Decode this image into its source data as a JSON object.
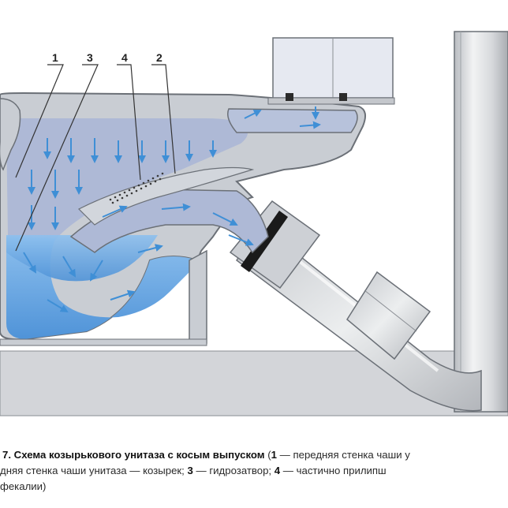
{
  "labels": {
    "l1": "1",
    "l2": "2",
    "l3": "3",
    "l4": "4"
  },
  "caption": {
    "fig_no": "7.",
    "title": "Схема козырькового унитаза с косым выпуском",
    "open_paren": " (",
    "n1": "1",
    "t1": " — передняя стенка чаши у",
    "t1b": "дняя стенка чаши унитаза — козырек; ",
    "n3": "3",
    "t3": " — гидрозатвор; ",
    "n4": "4",
    "t4": " — частично прилипш",
    "t4b": "фекалии)"
  },
  "colors": {
    "background": "#ffffff",
    "porcelain": "#c9cdd3",
    "porcelain_outline": "#6b7077",
    "bowl_interior": "#aeb9d6",
    "water": "#6fa8e0",
    "flow_arrows": "#3f8fd6",
    "pipe": "#d8dadd",
    "gasket": "#1a1a1a"
  },
  "icons": [
    "down-arrow-icon",
    "flow-arrow-icon"
  ]
}
